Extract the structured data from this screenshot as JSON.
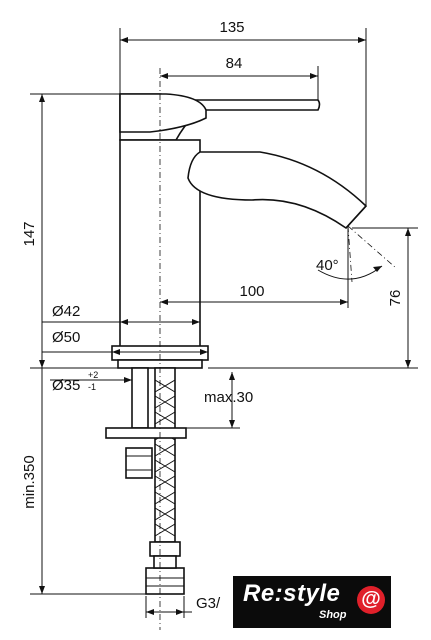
{
  "dimensions": {
    "width_total": "135",
    "lever_length": "84",
    "height_total": "147",
    "spout_angle": "40°",
    "spout_reach": "100",
    "spout_height": "76",
    "diameter_body": "Ø42",
    "diameter_base": "Ø50",
    "diameter_hole": "Ø35",
    "tolerance_plus": "+2",
    "tolerance_minus": "-1",
    "max_thickness": "max.30",
    "hose_length": "min.350",
    "thread": "G3/"
  },
  "logo": {
    "brand": "Re:style",
    "sub": "Shop",
    "symbol": "@",
    "colors": {
      "background": "#0b0b0b",
      "accent": "#e0202a",
      "text": "#ffffff"
    }
  }
}
